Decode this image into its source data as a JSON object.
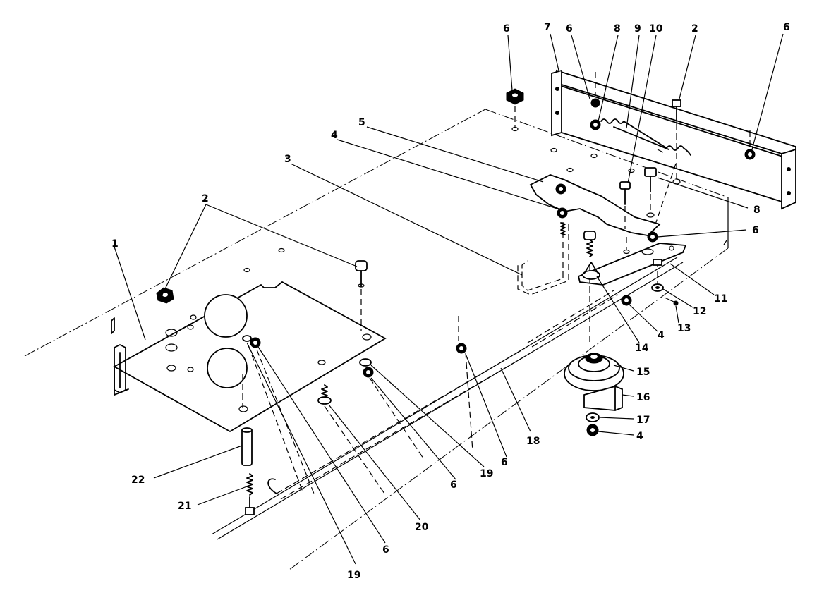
{
  "callouts": {
    "c1": "1",
    "c2a": "2",
    "c2b": "2",
    "c3": "3",
    "c4a": "4",
    "c4b": "4",
    "c4c": "4",
    "c5": "5",
    "c6a": "6",
    "c6b": "6",
    "c6c": "6",
    "c6d": "6",
    "c6e": "6",
    "c6f": "6",
    "c6g": "6",
    "c7": "7",
    "c8a": "8",
    "c8b": "8",
    "c9": "9",
    "c10": "10",
    "c11": "11",
    "c12": "12",
    "c13": "13",
    "c14": "14",
    "c15": "15",
    "c16": "16",
    "c17": "17",
    "c18": "18",
    "c19a": "19",
    "c19b": "19",
    "c20": "20",
    "c21": "21",
    "c22": "22"
  }
}
